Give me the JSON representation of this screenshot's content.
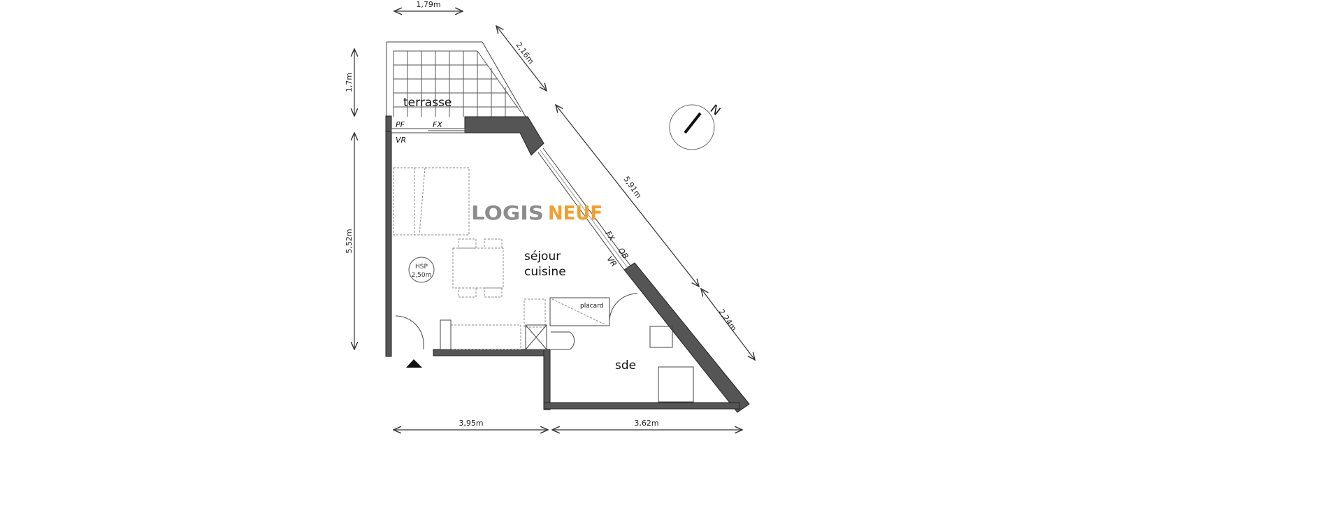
{
  "logo": {
    "part1": "LOGIS",
    "part2": "NEUF",
    "color1": "#8c8c8c",
    "color2": "#f0a030"
  },
  "rooms": {
    "terrasse": "terrasse",
    "sejour_line1": "séjour",
    "sejour_line2": "cuisine",
    "sde": "sde",
    "placard": "placard"
  },
  "openings": {
    "pf": "PF",
    "fx_top": "FX",
    "vr_top": "VR",
    "fx_diag": "FX",
    "ob_diag": "OB",
    "vr_diag": "VR"
  },
  "hsp": {
    "label": "HSP",
    "value": "2,50m"
  },
  "dimensions": {
    "terrace_width": "1,79m",
    "terrace_depth": "1,7m",
    "left_height": "5,52m",
    "bottom_left": "3,95m",
    "bottom_right": "3,62m",
    "diag_top": "2,16m",
    "diag_middle": "5,91m",
    "diag_bottom": "2,24m"
  },
  "compass": {
    "north": "N"
  }
}
